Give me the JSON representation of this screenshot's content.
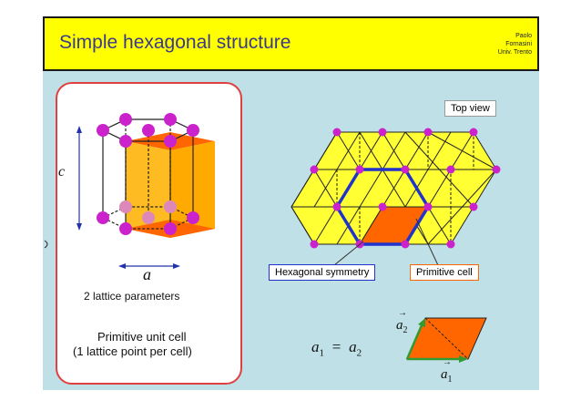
{
  "slide": {
    "title": "Simple hexagonal structure",
    "author": [
      "Paolo",
      "Fornasini",
      "Univ. Trento"
    ]
  },
  "left_panel": {
    "c_label": "c",
    "a_label": "a",
    "parameters_text": "2 lattice parameters",
    "primitive_line1": "Primitive unit cell",
    "primitive_line2": "(1 lattice point per cell)"
  },
  "right_panel": {
    "top_view_label": "Top view",
    "hex_symmetry_label": "Hexagonal symmetry",
    "primitive_cell_label": "Primitive cell",
    "vector_a": "a",
    "sub_1": "1",
    "sub_2": "2",
    "equals": "="
  },
  "colors": {
    "title_bg": "#ffff00",
    "slide_bg": "#bfe0e6",
    "atom": "#cc22cc",
    "cell_orange": "#ff6600",
    "lattice_yellow": "#ffff33",
    "hex_blue": "#2233cc",
    "vector_green": "#339933"
  }
}
